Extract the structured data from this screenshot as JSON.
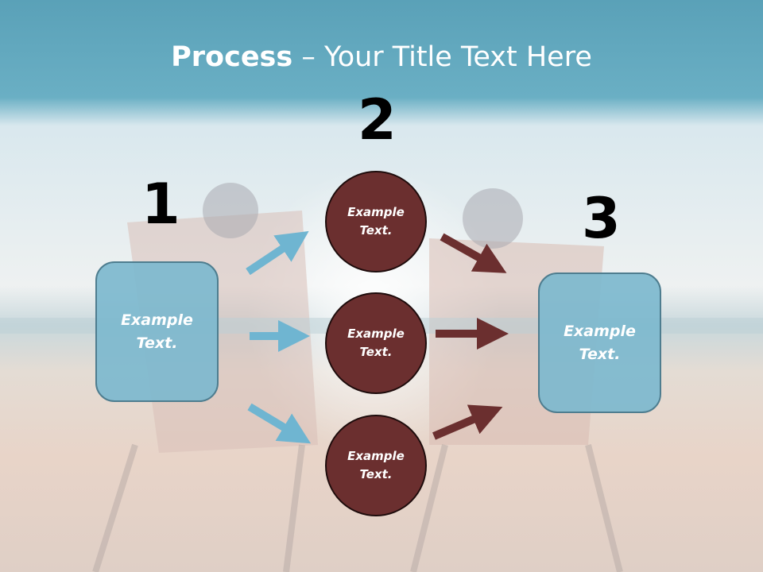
{
  "title": {
    "bold": "Process",
    "rest": " – Your Title Text Here"
  },
  "steps": {
    "one": "1",
    "two": "2",
    "three": "3"
  },
  "left_box": {
    "line1": "Example",
    "line2": "Text."
  },
  "right_box": {
    "line1": "Example",
    "line2": "Text."
  },
  "circles": [
    {
      "line1": "Example",
      "line2": "Text."
    },
    {
      "line1": "Example",
      "line2": "Text."
    },
    {
      "line1": "Example",
      "line2": "Text."
    }
  ],
  "colors": {
    "box": "#7db9ce",
    "circle": "#6b2f2f",
    "arrow_blue": "#6fb5d1",
    "arrow_red": "#6b2f2f"
  }
}
